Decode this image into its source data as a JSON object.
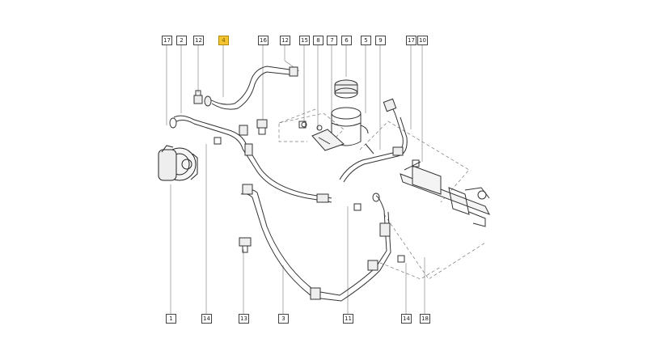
{
  "callouts_top": [
    {
      "label": "17",
      "highlight": false
    },
    {
      "label": "2",
      "highlight": false
    },
    {
      "label": "4",
      "highlight": true
    },
    {
      "label": "16",
      "highlight": false
    },
    {
      "label": "12",
      "highlight": false
    },
    {
      "label": "15",
      "highlight": false
    },
    {
      "label": "8",
      "highlight": false
    },
    {
      "label": "7",
      "highlight": false
    },
    {
      "label": "6",
      "highlight": false
    },
    {
      "label": "5",
      "highlight": false
    },
    {
      "label": "9",
      "highlight": false
    },
    {
      "label": "17",
      "highlight": false
    },
    {
      "label": "10",
      "highlight": false
    },
    {
      "label": "12",
      "highlight": false
    }
  ],
  "callouts_bottom": [
    {
      "label": "1"
    },
    {
      "label": "14"
    },
    {
      "label": "13"
    },
    {
      "label": "3"
    },
    {
      "label": "11"
    },
    {
      "label": "14"
    },
    {
      "label": "18"
    }
  ],
  "colors": {
    "highlight": "#f4c531",
    "line": "#333333",
    "leader": "#666666"
  }
}
